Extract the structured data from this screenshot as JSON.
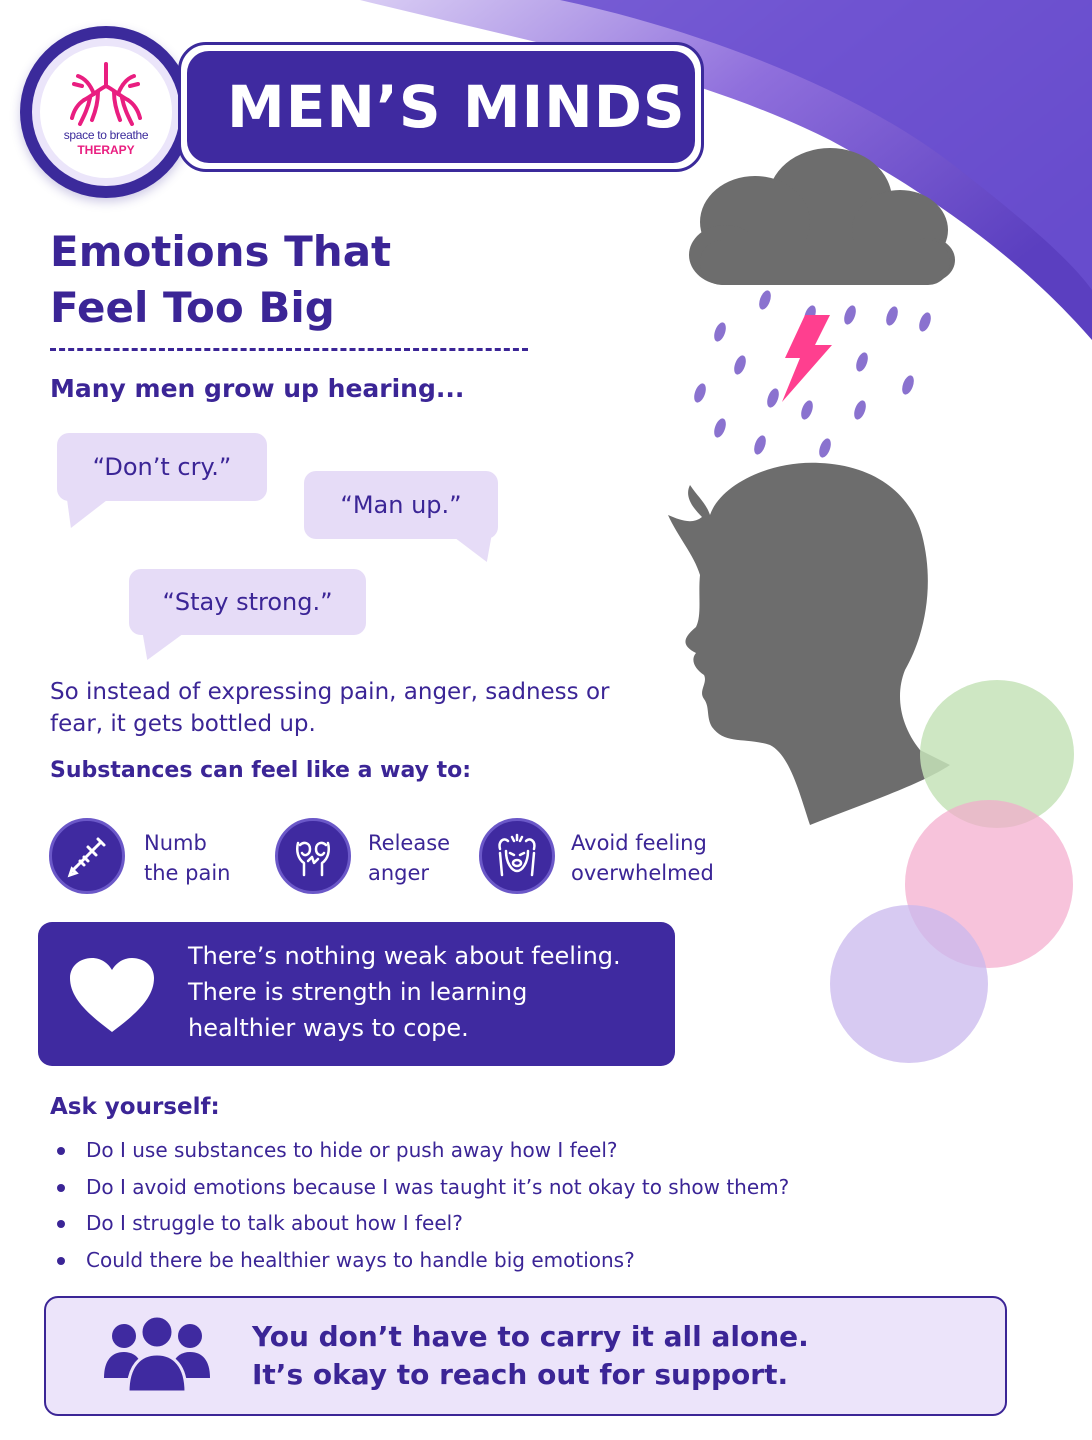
{
  "brand": {
    "logo_line1": "space to breathe",
    "logo_line2": "THERAPY",
    "title": "MEN’S MINDS"
  },
  "colors": {
    "primary": "#3f2aa0",
    "light_lavender": "#e6dcf7",
    "accent_pink": "#e91e80",
    "cloud_grey": "#6b6b6b"
  },
  "headline": {
    "line1": "Emotions That",
    "line2": "Feel Too Big"
  },
  "intro": "Many men grow up hearing...",
  "bubbles": [
    "“Don’t cry.”",
    "“Man up.”",
    "“Stay strong.”"
  ],
  "bottled_text": "So instead of expressing pain, anger, sadness or fear, it gets bottled up.",
  "substances": {
    "title": "Substances can feel like a way to:",
    "items": [
      {
        "icon": "syringe-icon",
        "line1": "Numb",
        "line2": "the pain"
      },
      {
        "icon": "clenched-fists-icon",
        "line1": "Release",
        "line2": "anger"
      },
      {
        "icon": "overwhelmed-face-icon",
        "line1": "Avoid feeling",
        "line2": "overwhelmed"
      }
    ]
  },
  "affirmation": {
    "icon": "heart-icon",
    "line1": "There’s nothing weak about feeling.",
    "line2": "There is strength in learning",
    "line3": "healthier ways to cope."
  },
  "ask": {
    "title": "Ask yourself:",
    "items": [
      "Do I use substances to hide or push away how I feel?",
      "Do I avoid emotions because I was taught it’s not okay to show them?",
      "Do I struggle to talk about how I feel?",
      "Could there be healthier ways to handle big emotions?"
    ]
  },
  "footer": {
    "icon": "group-of-people-icon",
    "line1": "You don’t have to carry it all alone.",
    "line2": "It’s okay to reach out for support."
  }
}
